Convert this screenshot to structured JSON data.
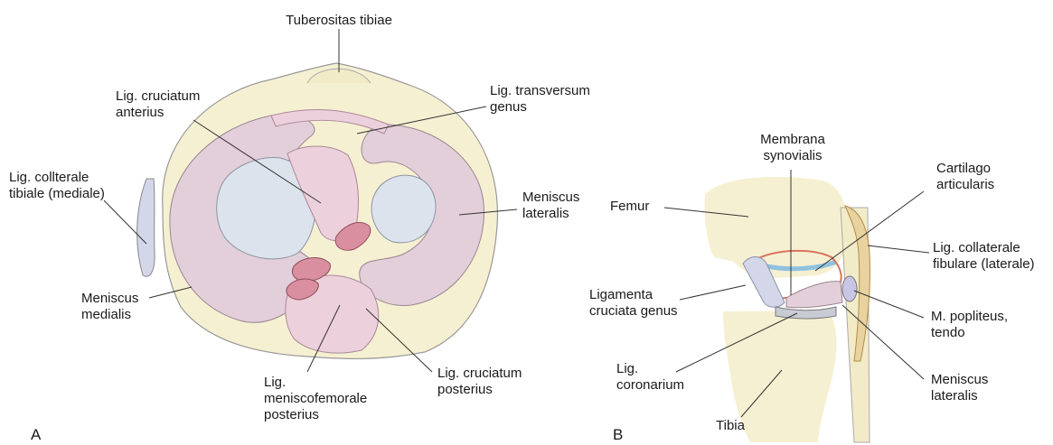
{
  "panels": {
    "a": "A",
    "b": "B"
  },
  "labels": {
    "tuberositas_tibiae": "Tuberositas tibiae",
    "lig_cruciatum_anterius": [
      "Lig. cruciatum",
      "anterius"
    ],
    "lig_transversum_genus": [
      "Lig. transversum",
      "genus"
    ],
    "lig_collaterale_tibiale": [
      "Lig. collterale",
      "tibiale (mediale)"
    ],
    "meniscus_lateralis_a": [
      "Meniscus",
      "lateralis"
    ],
    "meniscus_medialis": [
      "Meniscus",
      "medialis"
    ],
    "lig_meniscofemorale_posterius": [
      "Lig.",
      "meniscofemorale",
      "posterius"
    ],
    "lig_cruciatum_posterius": [
      "Lig. cruciatum",
      "posterius"
    ],
    "membrana_synovialis": [
      "Membrana",
      "synovialis"
    ],
    "cartilago_articularis": [
      "Cartilago",
      "articularis"
    ],
    "femur": "Femur",
    "lig_collaterale_fibulare": [
      "Lig. collaterale",
      "fibulare (laterale)"
    ],
    "ligamenta_cruciata_genus": [
      "Ligamenta",
      "cruciata genus"
    ],
    "m_popliteus_tendo": [
      "M. popliteus,",
      "tendo"
    ],
    "lig_coronarium": [
      "Lig.",
      "coronarium"
    ],
    "meniscus_lateralis_b": [
      "Meniscus",
      "lateralis"
    ],
    "tibia": "Tibia"
  },
  "colors": {
    "bone": "#f6f0d2",
    "meniscus": "#e3cfd9",
    "cartilage": "#dde3ec",
    "ligament": "#ecd0dc",
    "ligament_dark": "#d98f9f",
    "collateral_medial": "#d4d6ea",
    "synovial": "#d8755e",
    "cartilage_blue": "#8fc2de",
    "line": "#333333"
  }
}
